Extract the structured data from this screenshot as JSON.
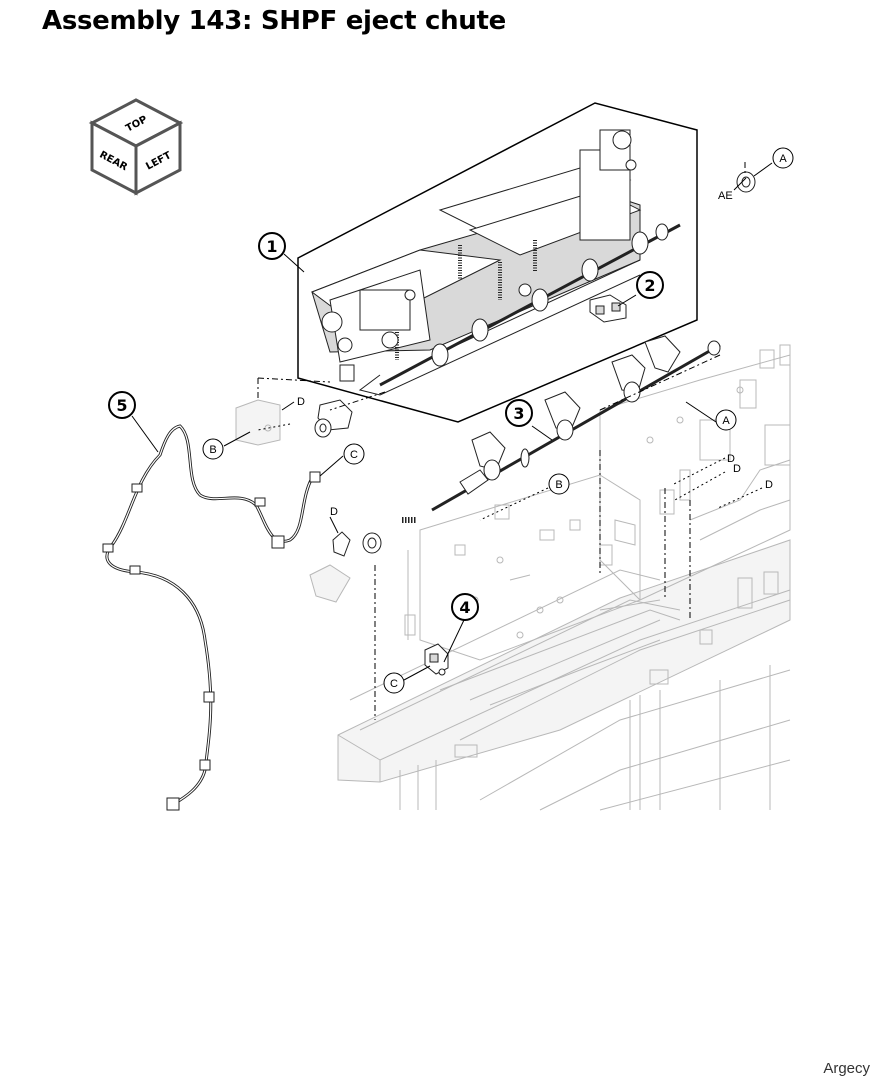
{
  "title": "Assembly 143: SHPF eject chute",
  "watermark": "Argecy",
  "orientation_cube": {
    "top": "TOP",
    "rear": "REAR",
    "left": "LEFT"
  },
  "callouts": [
    {
      "number": "1"
    },
    {
      "number": "2"
    },
    {
      "number": "3"
    },
    {
      "number": "4"
    },
    {
      "number": "5"
    }
  ],
  "refs": {
    "A": "A",
    "B": "B",
    "C": "C",
    "D": "D",
    "AE": "AE"
  }
}
